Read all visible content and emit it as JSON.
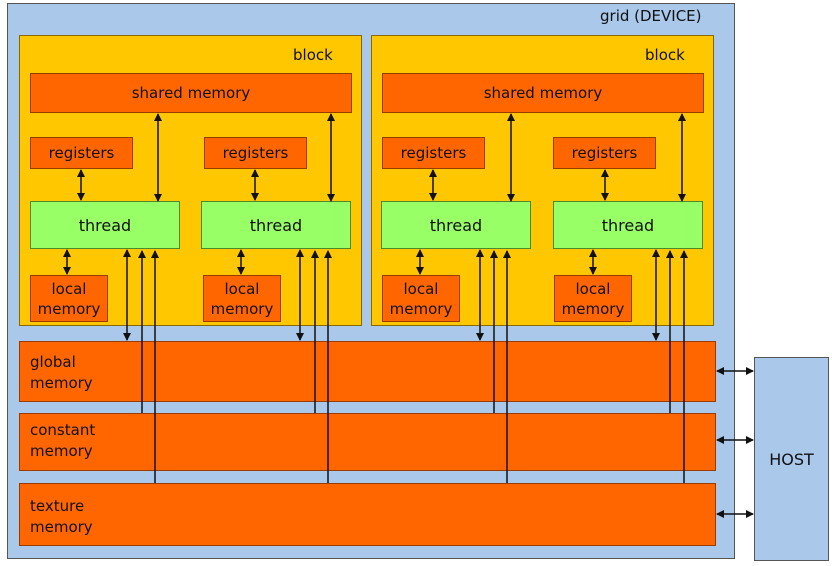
{
  "grid_label": "grid (DEVICE)",
  "block_label": "block",
  "shared_memory_label": "shared memory",
  "registers_label": "registers",
  "thread_label": "thread",
  "local_memory_line1": "local",
  "local_memory_line2": "memory",
  "global_memory_line1": "global",
  "global_memory_line2": "memory",
  "constant_memory_line1": "constant",
  "constant_memory_line2": "memory",
  "texture_memory_line1": "texture",
  "texture_memory_line2": "memory",
  "host_label": "HOST",
  "colors": {
    "grid": "#a9c8ea",
    "block": "#ffc700",
    "memory": "#ff6600",
    "thread": "#99ff66"
  }
}
